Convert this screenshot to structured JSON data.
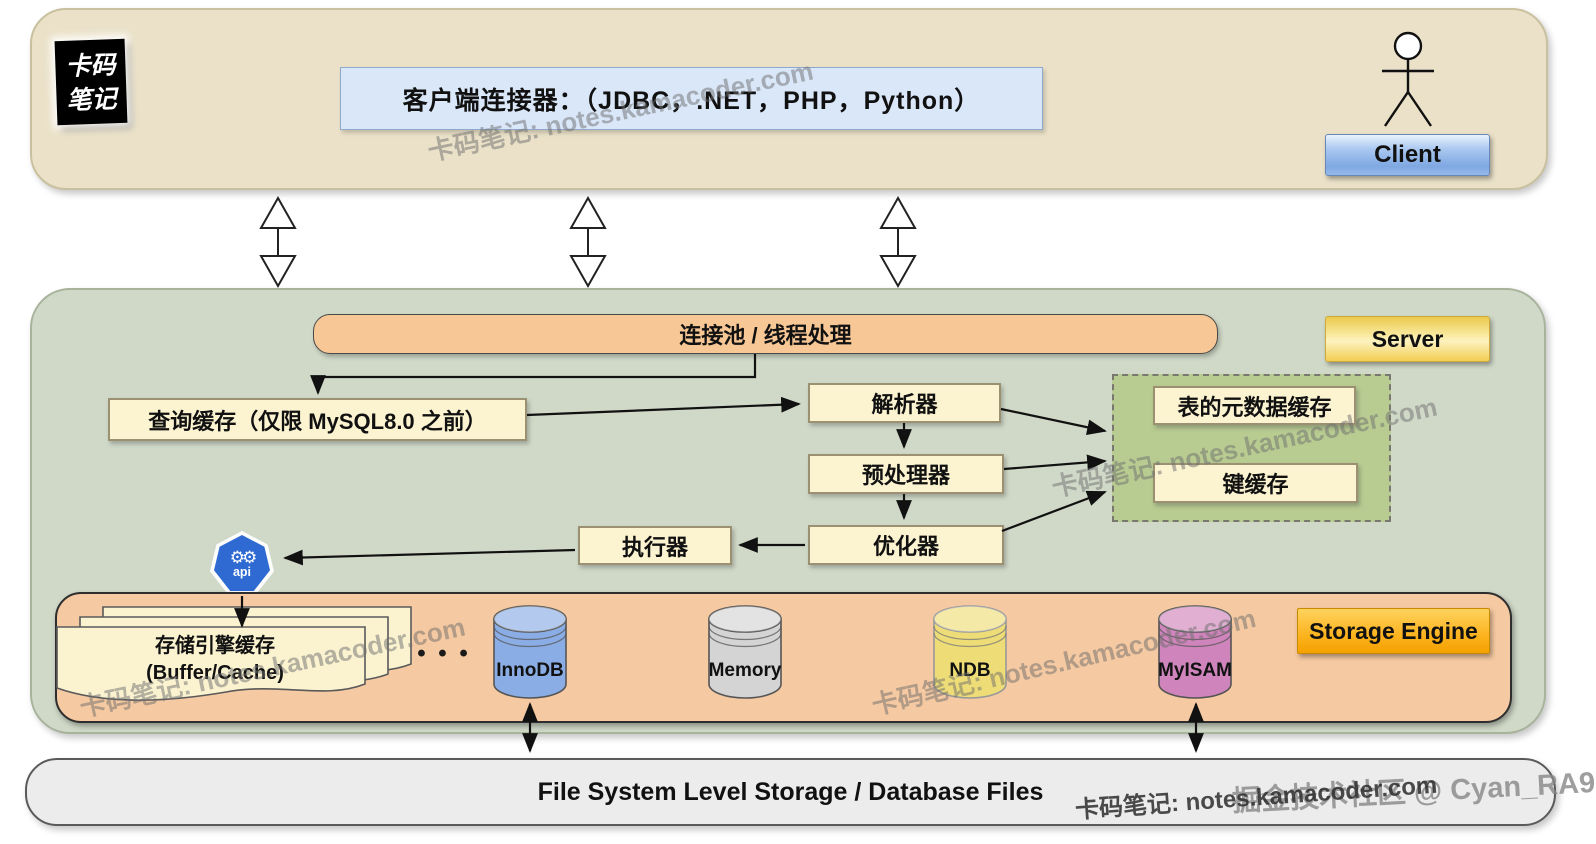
{
  "logo": {
    "line1": "卡码",
    "line2": "笔记"
  },
  "client_zone": {
    "connector_label": "客户端连接器：（JDBC，.NET，PHP，Python）",
    "client_label": "Client"
  },
  "server_zone": {
    "label": "Server",
    "connection_pool": "连接池 / 线程处理",
    "query_cache": "查询缓存（仅限 MySQL8.0 之前）",
    "parser": "解析器",
    "preprocessor": "预处理器",
    "optimizer": "优化器",
    "executor": "执行器",
    "table_metadata_cache": "表的元数据缓存",
    "key_cache": "键缓存",
    "api_label": "api"
  },
  "storage_zone": {
    "label": "Storage Engine",
    "cache_line1": "存储引擎缓存",
    "cache_line2": "(Buffer/Cache)",
    "ellipsis": "• • •",
    "engines": [
      {
        "name": "InnoDB",
        "color": "#8bade5"
      },
      {
        "name": "Memory",
        "color": "#d4d4d4"
      },
      {
        "name": "NDB",
        "color": "#eedd77"
      },
      {
        "name": "MyISAM",
        "color": "#cf85bb"
      }
    ]
  },
  "file_system": {
    "label": "File System Level Storage / Database Files"
  },
  "watermarks": {
    "site": "卡码笔记: notes.kamacoder.com",
    "credit": "掘金技术社区 @ Cyan_RA9"
  },
  "colors": {
    "client_band": "#eae1c8",
    "server_band": "#d0d9c8",
    "storage_band": "#f5c9a1",
    "file_band": "#ececec",
    "box_cream": "#fcf3d1",
    "pool_orange": "#f7c795",
    "connector_blue": "#d9e7f8",
    "dashed_green": "#b8cc92",
    "accent_gold": "#f5b51e",
    "api_blue": "#2e6ad2"
  }
}
